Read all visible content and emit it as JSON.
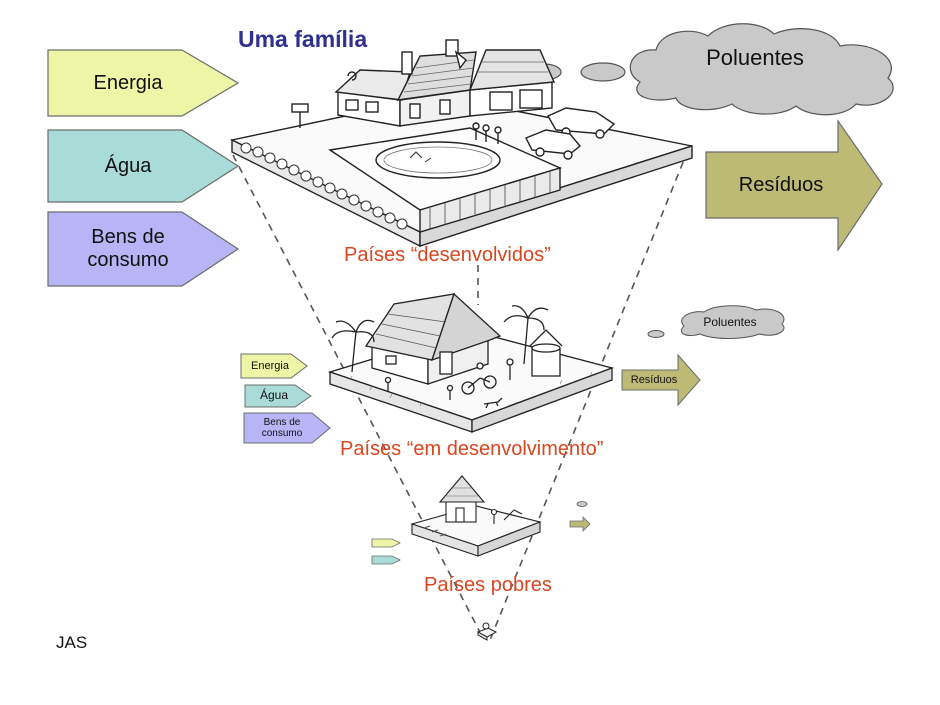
{
  "title": "Uma família",
  "inputs_large": {
    "energia": "Energia",
    "agua": "Água",
    "bens_line1": "Bens de",
    "bens_line2": "consumo"
  },
  "outputs_large": {
    "residuos": "Resíduos",
    "poluentes": "Poluentes"
  },
  "inputs_small": {
    "energia": "Energia",
    "agua": "Água",
    "bens_line1": "Bens de",
    "bens_line2": "consumo"
  },
  "outputs_small": {
    "residuos": "Resíduos",
    "poluentes": "Poluentes"
  },
  "levels": {
    "developed": "Países “desenvolvidos”",
    "developing": "Países “em desenvolvimento”",
    "poor": "Países pobres"
  },
  "author": "JAS",
  "colors": {
    "energia": "#eef5a6",
    "agua": "#a9dcd9",
    "bens": "#b7b5f6",
    "residuos": "#bdba76",
    "poluentes": "#c9c9c9",
    "title": "#303090",
    "level_label": "#d8461e"
  },
  "icons": {
    "house": "house-icon",
    "hut": "hut-icon",
    "round_hut": "round-hut-icon",
    "person": "person-icon"
  }
}
